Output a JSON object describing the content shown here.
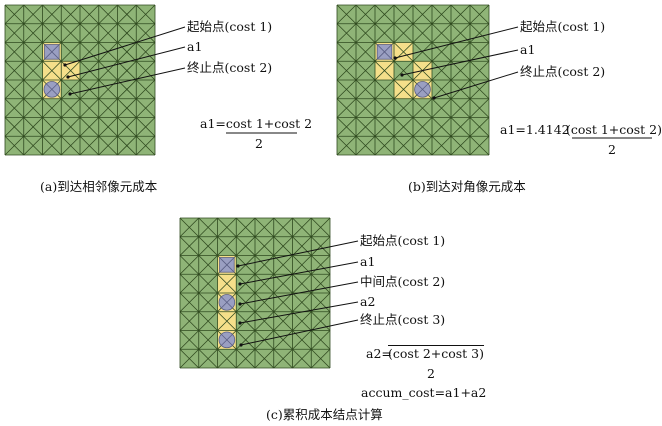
{
  "colors": {
    "grid_fill": "#8fb477",
    "grid_line": "#2f4a1f",
    "highlight": "#f5df8a",
    "cell_mark": "#9a9fc2",
    "cell_mark_edge": "#5a5f84",
    "leader": "#111111"
  },
  "panel_a": {
    "labels": [
      "起始点(cost 1)",
      "a1",
      "终止点(cost 2)"
    ],
    "formula_lhs": "a1=cost 1+cost 2",
    "formula_den": "2",
    "caption": "(a)到达相邻像元成本"
  },
  "panel_b": {
    "labels": [
      "起始点(cost 1)",
      "a1",
      "终止点(cost 2)"
    ],
    "formula_prefix": "a1=1.4142",
    "formula_num": "(cost 1+cost 2)",
    "formula_den": "2",
    "caption": "(b)到达对角像元成本"
  },
  "panel_c": {
    "labels": [
      "起始点(cost 1)",
      "a1",
      "中间点(cost 2)",
      "a2",
      "终止点(cost 3)"
    ],
    "formula_prefix": "a2=",
    "formula_num": "(cost 2+cost 3)",
    "formula_den": "2",
    "accum": "accum_cost=a1+a2",
    "caption": "(c)累积成本结点计算"
  }
}
